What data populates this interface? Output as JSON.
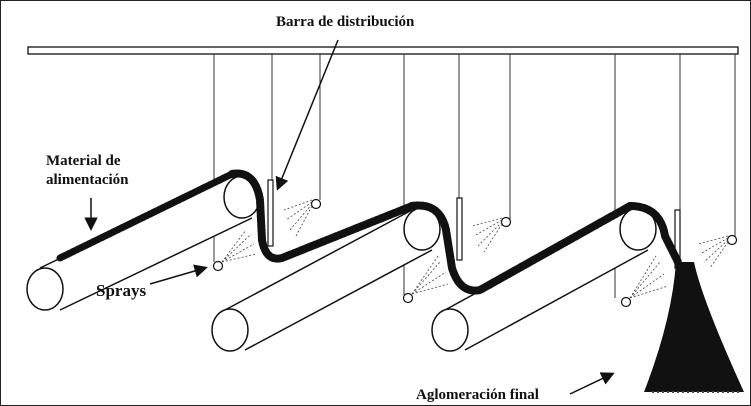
{
  "labels": {
    "distribution_bar": "Barra de distribución",
    "feed_line1": "Material de",
    "feed_line2": "alimentación",
    "sprays": "Sprays",
    "final": "Aglomeración final"
  },
  "colors": {
    "line": "#111111",
    "material": "#111111",
    "background": "#ffffff"
  },
  "icons": [
    "arrow-icon",
    "spray-nozzle-icon",
    "conveyor-roller-icon"
  ]
}
